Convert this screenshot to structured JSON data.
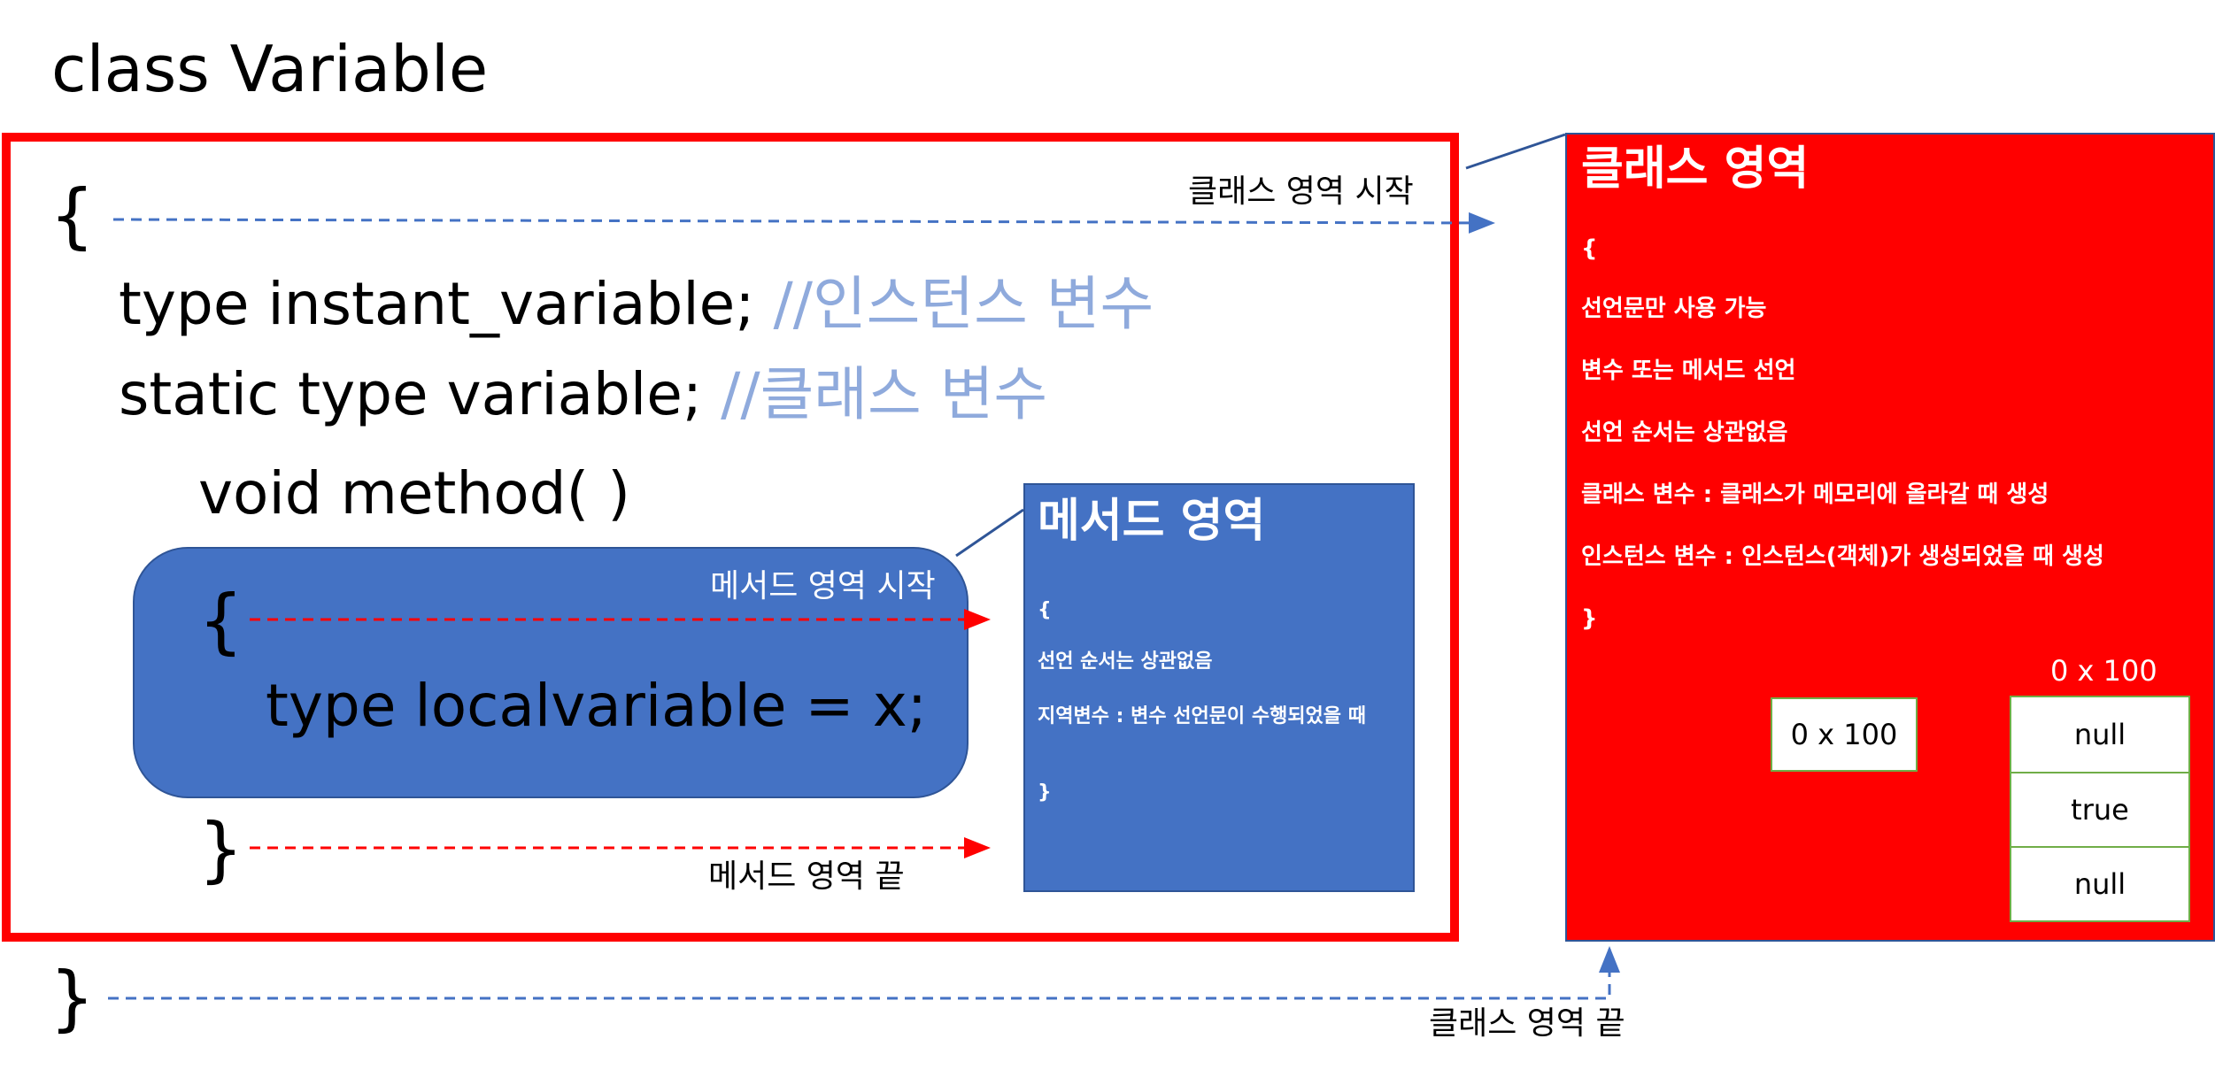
{
  "title": "class Variable",
  "code": {
    "open_brace": "{",
    "instance_decl": "type instant_variable;",
    "instance_comment": "//인스턴스 변수",
    "static_decl": "static type variable;",
    "static_comment": "//클래스 변수",
    "method_sig": "void method( )",
    "method_open": "{",
    "local_decl": "type localvariable = x;",
    "method_close": "}",
    "close_brace": "}"
  },
  "arrow_labels": {
    "class_start": "클래스 영역 시작",
    "class_end": "클래스 영역 끝",
    "method_start": "메서드 영역 시작",
    "method_end": "메서드 영역 끝"
  },
  "method_note": {
    "title": "메서드 영역",
    "lines": [
      "{",
      "선언 순서는 상관없음",
      "지역변수 : 변수 선언문이 수행되었을 때",
      "}"
    ]
  },
  "class_note": {
    "title": "클래스 영역",
    "lines": [
      "{",
      "선언문만 사용 가능",
      "변수 또는 메서드 선언",
      "선언 순서는 상관없음",
      "클래스 변수 : 클래스가 메모리에 올라갈 때 생성",
      "인스턴스 변수 : 인스턴스(객체)가 생성되었을 때 생성",
      "}"
    ]
  },
  "memory": {
    "reference": "0 x 100",
    "object_address": "0 x 100",
    "cells": [
      "null",
      "true",
      "null"
    ]
  },
  "colors": {
    "class_area": "#ff0000",
    "method_area": "#4472c4",
    "comment": "#8faadc",
    "class_arrow": "#4472c4",
    "method_arrow": "#ff0000",
    "memory_border": "#70ad47"
  }
}
